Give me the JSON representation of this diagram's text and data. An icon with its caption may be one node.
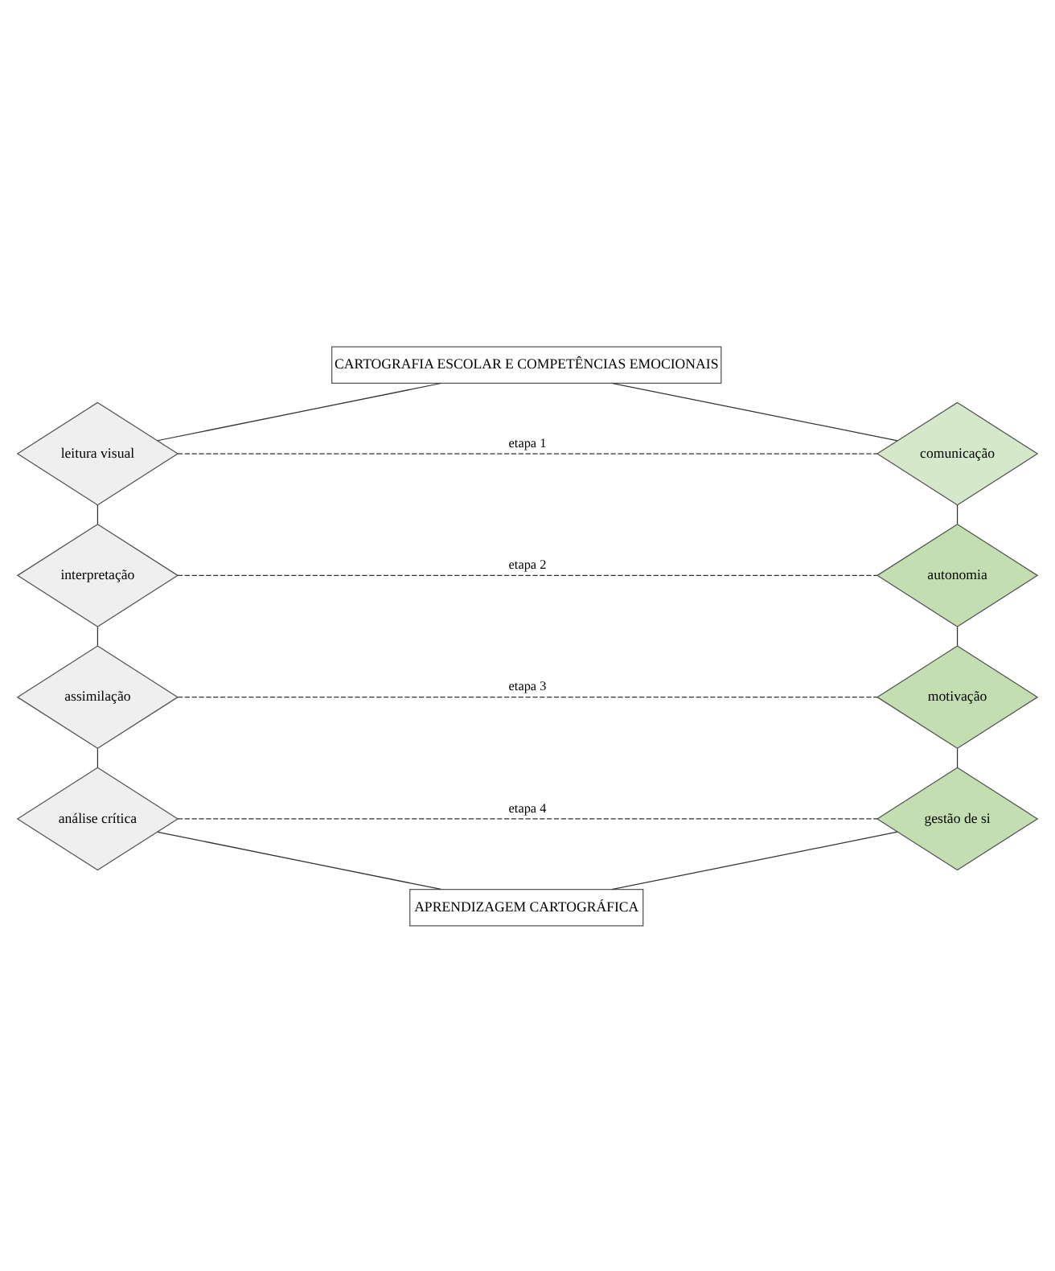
{
  "diagram": {
    "nodes": [
      {
        "text": [
          "CARTOGRAFIA ESCOLAR E COMPETÊNCIAS EMOCIONAIS"
        ]
      },
      {
        "text": [
          "leitura visual"
        ]
      },
      {
        "text": [
          "comunicação"
        ]
      },
      {
        "text": [
          "interpretação"
        ]
      },
      {
        "text": [
          "autonomia"
        ]
      },
      {
        "text": [
          "assimilação"
        ]
      },
      {
        "text": [
          "motivação"
        ]
      },
      {
        "text": [
          "análise crítica"
        ]
      },
      {
        "text": [
          "gestão de si"
        ]
      },
      {
        "text": [
          "APRENDIZAGEM CARTOGRÁFICA"
        ]
      }
    ],
    "edges": [
      {
        "from": 0,
        "to": 1,
        "arrow": "none"
      },
      {
        "from": 0,
        "to": 2,
        "arrow": "none"
      },
      {
        "from": 1,
        "to": 2,
        "arrow": "none",
        "style": "dashed",
        "label": "etapa 1"
      },
      {
        "from": 1,
        "to": 3,
        "arrow": "none"
      },
      {
        "from": 2,
        "to": 4,
        "arrow": "none"
      },
      {
        "from": 3,
        "to": 4,
        "arrow": "none",
        "style": "dashed",
        "label": "etapa 2"
      },
      {
        "from": 3,
        "to": 5,
        "arrow": "none"
      },
      {
        "from": 4,
        "to": 6,
        "arrow": "none"
      },
      {
        "from": 5,
        "to": 6,
        "arrow": "none",
        "style": "dashed",
        "label": "etapa 3"
      },
      {
        "from": 5,
        "to": 7,
        "arrow": "none"
      },
      {
        "from": 6,
        "to": 8,
        "arrow": "none"
      },
      {
        "from": 7,
        "to": 8,
        "arrow": "none",
        "style": "dashed",
        "label": "etapa 4"
      },
      {
        "from": 7,
        "to": 9,
        "arrow": "none"
      },
      {
        "from": 8,
        "to": 9,
        "arrow": "none"
      }
    ]
  }
}
